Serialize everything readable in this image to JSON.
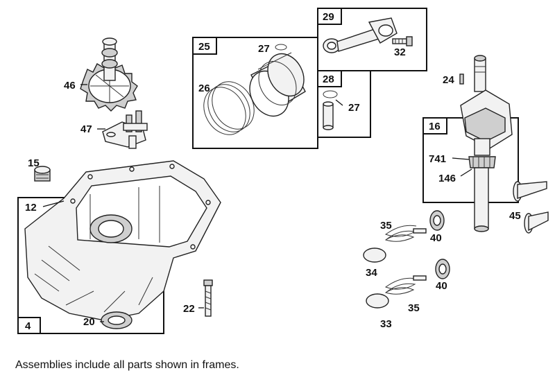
{
  "callouts": {
    "c46": "46",
    "c47": "47",
    "c15": "15",
    "c12": "12",
    "c4": "4",
    "c20": "20",
    "c22": "22",
    "c25": "25",
    "c27a": "27",
    "c26": "26",
    "c29": "29",
    "c32": "32",
    "c28": "28",
    "c27b": "27",
    "c24": "24",
    "c16": "16",
    "c741": "741",
    "c146": "146",
    "c45": "45",
    "c35a": "35",
    "c40a": "40",
    "c34": "34",
    "c40b": "40",
    "c35b": "35",
    "c33": "33"
  },
  "footnote": "Assemblies include all parts shown in frames."
}
